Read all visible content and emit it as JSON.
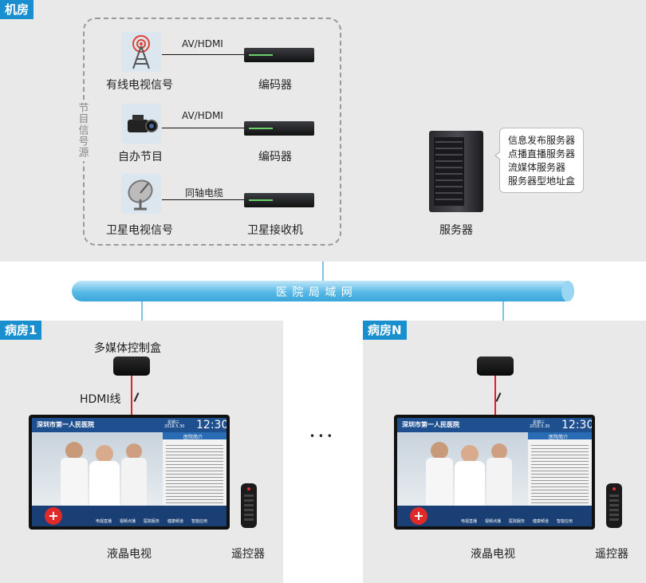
{
  "machine_room": {
    "title": "机房",
    "source_group_label": "节目信号源",
    "rows": [
      {
        "source": "有线电视信号",
        "link": "AV/HDMI",
        "device": "编码器",
        "icon": "antenna-tower-icon"
      },
      {
        "source": "自办节目",
        "link": "AV/HDMI",
        "device": "编码器",
        "icon": "video-camera-icon"
      },
      {
        "source": "卫星电视信号",
        "link": "同轴电缆",
        "device": "卫星接收机",
        "icon": "satellite-dish-icon"
      }
    ],
    "server": {
      "label": "服务器",
      "functions": [
        "信息发布服务器",
        "点播直播服务器",
        "流媒体服务器",
        "服务器型地址盒"
      ]
    }
  },
  "network": {
    "label": "医 院 局 域 网"
  },
  "ward1": {
    "title": "病房1",
    "stb_label": "多媒体控制盒",
    "cable_label": "HDMI线",
    "tv_label": "液晶电视",
    "remote_label": "遥控器"
  },
  "wardN": {
    "title": "病房N",
    "tv_label": "液晶电视",
    "remote_label": "遥控器"
  },
  "ellipsis": "• • •",
  "tv_screen": {
    "hospital": "深圳市第一人民医院",
    "time": "12:30",
    "date": "2018.5.30",
    "weekday": "星期三",
    "panel_title": "医院简介",
    "menu": [
      "电视直播",
      "视频点播",
      "医院服务",
      "健康频道",
      "智能应用"
    ]
  },
  "colors": {
    "accent": "#1a8fcf",
    "cable_red": "#e0202a",
    "panel_bg": "#e9e9e9"
  }
}
